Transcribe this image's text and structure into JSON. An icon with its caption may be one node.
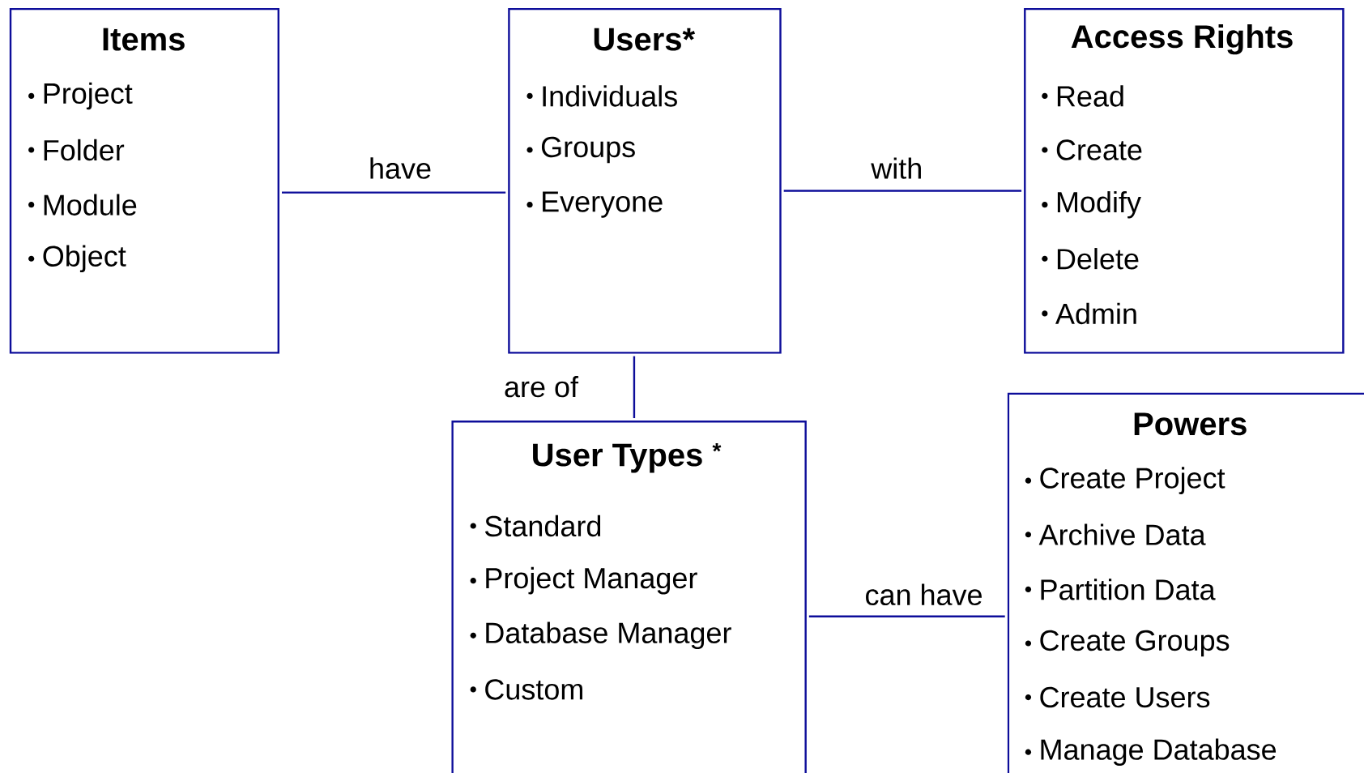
{
  "diagram": {
    "nodes": [
      {
        "text": [
          "Items",
          "Project",
          "Folder",
          "Module",
          "Object"
        ]
      },
      {
        "text": [
          "Users*",
          "Individuals",
          "Groups",
          "Everyone"
        ]
      },
      {
        "text": [
          "Access Rights",
          "Read",
          "Create",
          "Modify",
          "Delete",
          "Admin"
        ]
      },
      {
        "text": [
          "User Types $^{*}$",
          "Standard",
          "Project Manager",
          "Database Manager",
          "Custom"
        ]
      },
      {
        "text": [
          "Powers",
          "Create Project",
          "Archive Data",
          "Partition Data",
          "Create Groups",
          "Create Users",
          "Manage Database"
        ]
      }
    ],
    "edges": [
      {
        "from": 0,
        "to": 1,
        "arrow": "none",
        "label": "have"
      },
      {
        "from": 1,
        "to": 2,
        "arrow": "none",
        "label": "with"
      },
      {
        "from": 1,
        "to": 3,
        "arrow": "none",
        "label": "are of"
      },
      {
        "from": 3,
        "to": 4,
        "arrow": "none",
        "label": "can have"
      }
    ]
  }
}
